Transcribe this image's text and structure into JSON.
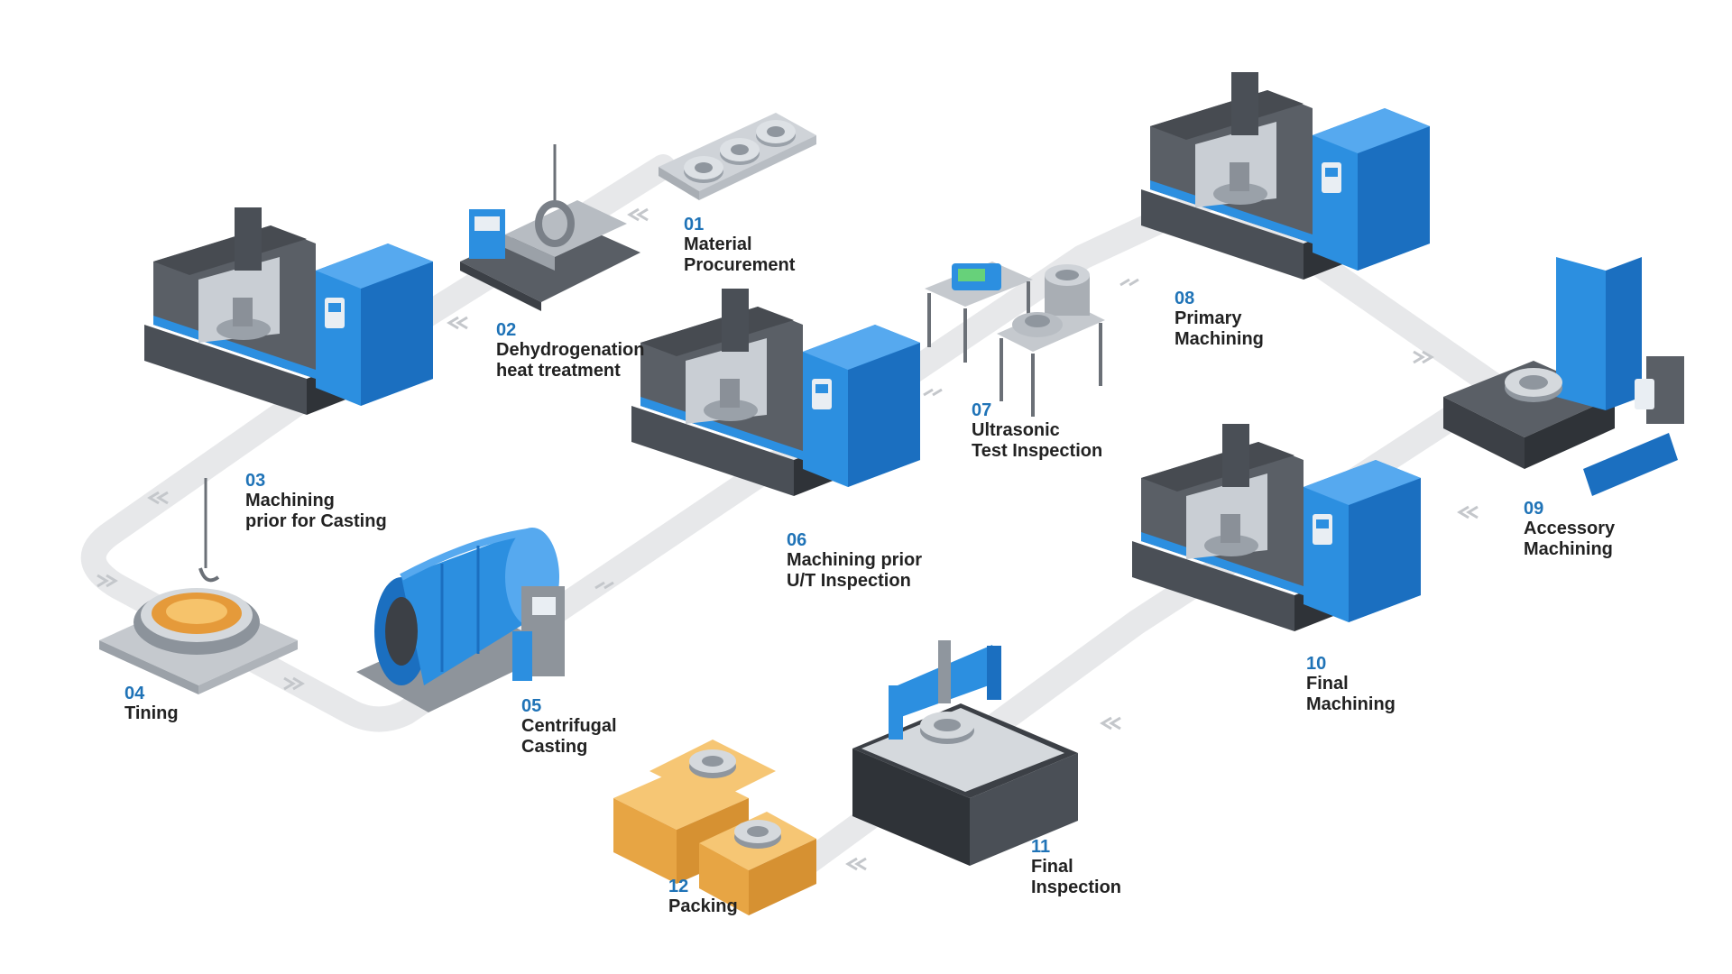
{
  "colors": {
    "accent": "#1f73b7",
    "text": "#222222",
    "path": "#e7e8ea",
    "machine_blue": "#2c8fe0",
    "machine_dark": "#3c4046",
    "box": "#f2b255"
  },
  "steps": [
    {
      "num": "01",
      "title": "Material\nProcurement",
      "icon": "rings-on-plate-icon"
    },
    {
      "num": "02",
      "title": "Dehydrogenation\nheat treatment",
      "icon": "heat-treatment-furnace-icon"
    },
    {
      "num": "03",
      "title": "Machining\nprior for Casting",
      "icon": "cnc-machine-icon"
    },
    {
      "num": "04",
      "title": "Tining",
      "icon": "molten-crucible-icon"
    },
    {
      "num": "05",
      "title": "Centrifugal\nCasting",
      "icon": "centrifugal-casting-machine-icon"
    },
    {
      "num": "06",
      "title": "Machining prior\nU/T Inspection",
      "icon": "cnc-machine-icon"
    },
    {
      "num": "07",
      "title": "Ultrasonic\nTest Inspection",
      "icon": "ultrasonic-tester-icon"
    },
    {
      "num": "08",
      "title": "Primary\nMachining",
      "icon": "cnc-machine-icon"
    },
    {
      "num": "09",
      "title": "Accessory\nMachining",
      "icon": "milling-machine-icon"
    },
    {
      "num": "10",
      "title": "Final\nMachining",
      "icon": "cnc-machine-icon"
    },
    {
      "num": "11",
      "title": "Final\nInspection",
      "icon": "cmm-inspection-icon"
    },
    {
      "num": "12",
      "title": "Packing",
      "icon": "packing-boxes-icon"
    }
  ]
}
